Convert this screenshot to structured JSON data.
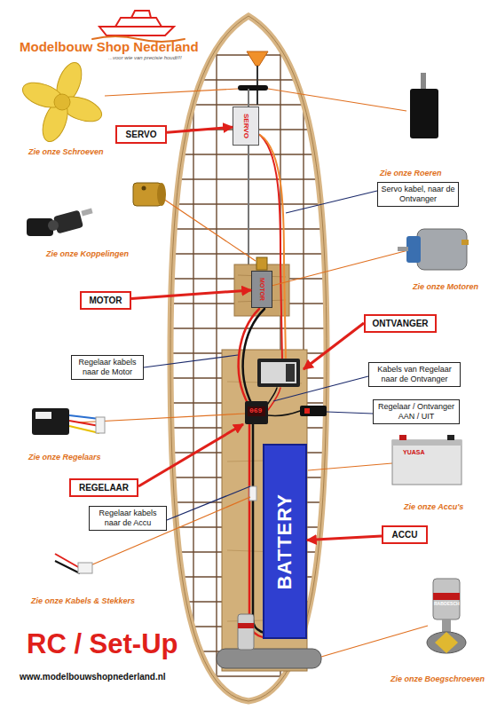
{
  "diagram": {
    "title": "RC / Set-Up",
    "nodes": [
      {
        "text": [
          "SERVO"
        ]
      },
      {
        "text": [
          "SERVO"
        ]
      },
      {
        "text": [
          "Servo kabel, naar de Ontvanger"
        ]
      },
      {
        "text": [
          "MOTOR"
        ]
      },
      {
        "text": [
          "MOTOR"
        ]
      },
      {
        "text": [
          "ONTVANGER"
        ]
      },
      {
        "text": [
          "Regelaar kabels naar de Motor"
        ]
      },
      {
        "text": [
          "Kabels van Regelaar naar de Ontvanger"
        ]
      },
      {
        "text": [
          "Regelaar / Ontvanger AAN / UIT"
        ]
      },
      {
        "text": [
          "REGELAAR"
        ]
      },
      {
        "text": [
          "BATTERY"
        ]
      },
      {
        "text": [
          "Regelaar kabels naar de Accu"
        ]
      },
      {
        "text": [
          "ACCU"
        ]
      }
    ],
    "edges": [
      {
        "from": 0,
        "to": 1,
        "arrow": "to"
      },
      {
        "from": 3,
        "to": 4,
        "arrow": "to"
      },
      {
        "from": 12,
        "to": 10,
        "arrow": "to"
      }
    ],
    "labels": [
      "Modelbouw Shop Nederland",
      "...voor wie van precisie houdt!!!",
      "Zie onze Schroeven",
      "Zie onze Roeren",
      "Zie onze Koppelingen",
      "Zie onze Motoren",
      "Zie onze Regelaars",
      "Zie onze Accu's",
      "Zie onze Kabels & Stekkers",
      "Zie onze Boegschroeven",
      "www.modelbouwshopnederland.nl",
      "069",
      "YUASA",
      "RABOESCH"
    ]
  }
}
